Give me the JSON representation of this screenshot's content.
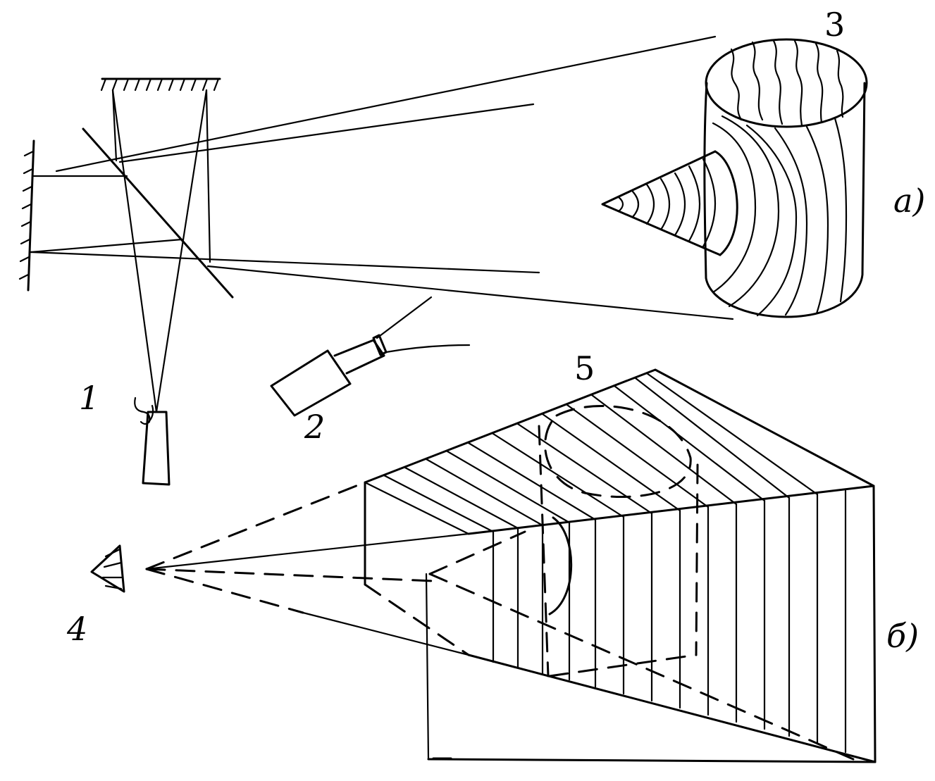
{
  "labels": {
    "n1": "1",
    "n2": "2",
    "n3": "3",
    "n4": "4",
    "n5": "5",
    "panel_a": "a)",
    "panel_b": "б)"
  },
  "colors": {
    "ink": "#000000",
    "paper": "#ffffff"
  }
}
